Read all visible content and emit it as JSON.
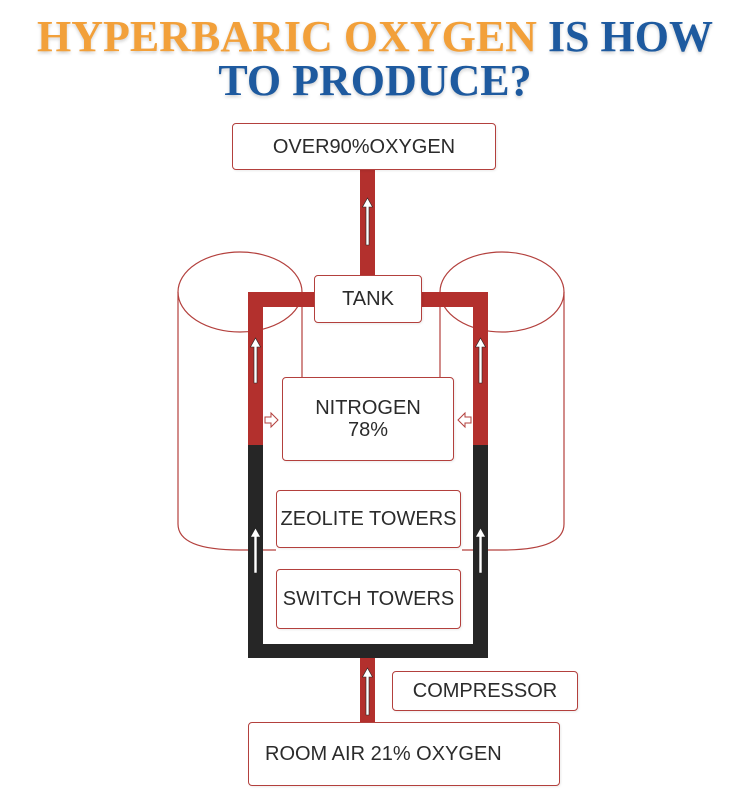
{
  "title": {
    "line1_orange": "HYPERBARIC OXYGEN",
    "line1_blue": "IS HOW",
    "line2_blue": "TO PRODUCE?"
  },
  "boxes": {
    "output": "OVER90%OXYGEN",
    "tank": "TANK",
    "nitrogen_line1": "NITROGEN",
    "nitrogen_line2": "78%",
    "zeolite": "ZEOLITE TOWERS",
    "switch": "SWITCH TOWERS",
    "compressor": "COMPRESSOR",
    "room_air": "ROOM AIR 21% OXYGEN"
  },
  "colors": {
    "pipe_red": "#b3302d",
    "pipe_black": "#262626",
    "box_border": "#b3403d",
    "title_orange": "#f2a03a",
    "title_blue": "#1e5a9f"
  }
}
